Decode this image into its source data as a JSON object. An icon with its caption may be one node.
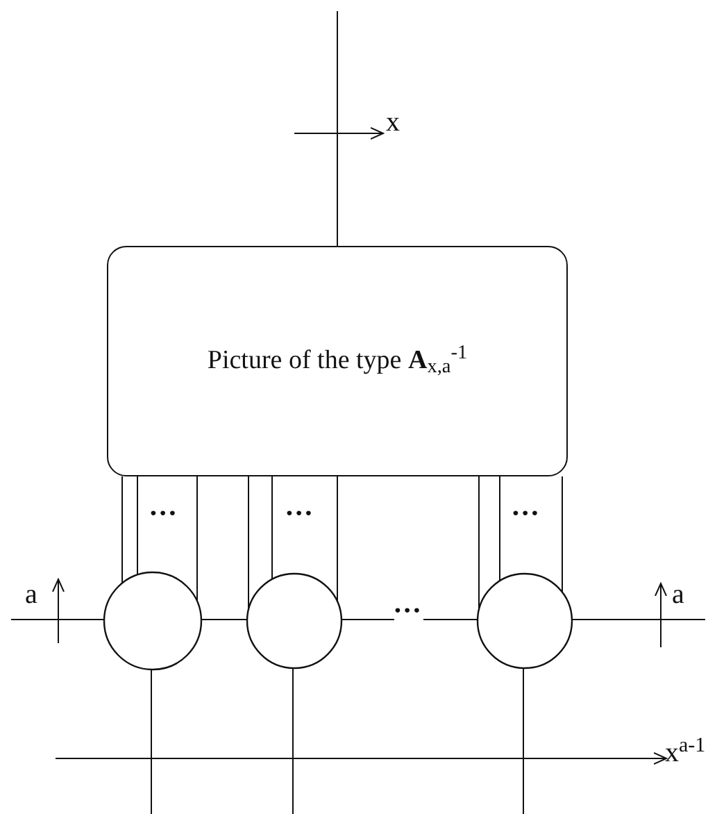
{
  "diagram": {
    "nodes": [
      {
        "text": [
          "Picture of the type **A**$_{x,a}$$^{-1}$"
        ]
      },
      {
        "text": [],
        "shape": "circle"
      },
      {
        "text": [],
        "shape": "circle"
      },
      {
        "text": [],
        "shape": "circle"
      }
    ],
    "edges": [
      {
        "from": null,
        "to": 0,
        "arrow": "none"
      },
      {
        "from": 0,
        "to": 1,
        "arrow": "none"
      },
      {
        "from": 0,
        "to": 1,
        "arrow": "none"
      },
      {
        "from": 0,
        "to": 1,
        "arrow": "none"
      },
      {
        "from": 0,
        "to": 2,
        "arrow": "none"
      },
      {
        "from": 0,
        "to": 2,
        "arrow": "none"
      },
      {
        "from": 0,
        "to": 2,
        "arrow": "none"
      },
      {
        "from": 0,
        "to": 3,
        "arrow": "none"
      },
      {
        "from": 0,
        "to": 3,
        "arrow": "none"
      },
      {
        "from": 0,
        "to": 3,
        "arrow": "none"
      },
      {
        "from": null,
        "to": 1,
        "arrow": "none"
      },
      {
        "from": 1,
        "to": 2,
        "arrow": "none"
      },
      {
        "from": 2,
        "to": 3,
        "arrow": "none"
      },
      {
        "from": 3,
        "to": null,
        "arrow": "none"
      },
      {
        "from": 1,
        "to": null,
        "arrow": "none"
      },
      {
        "from": 2,
        "to": null,
        "arrow": "none"
      },
      {
        "from": 3,
        "to": null,
        "arrow": "none"
      }
    ],
    "labels": [
      "x",
      "•••",
      "•••",
      "•••",
      "a",
      "•••",
      "a",
      "x$^{a-1}$"
    ]
  }
}
